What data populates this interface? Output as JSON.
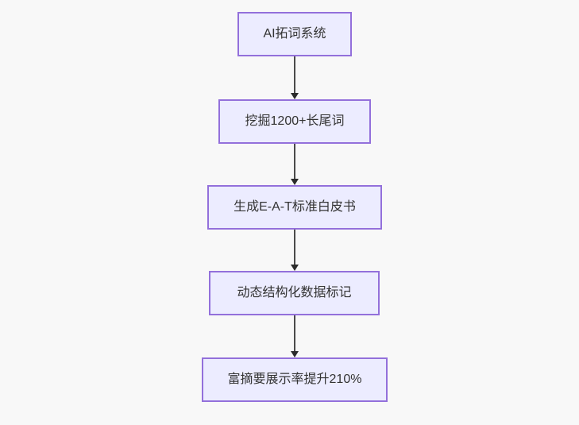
{
  "diagram": {
    "type": "flowchart",
    "direction": "top-down",
    "nodes": [
      {
        "id": "n1",
        "label": "AI拓词系统"
      },
      {
        "id": "n2",
        "label": "挖掘1200+长尾词"
      },
      {
        "id": "n3",
        "label": "生成E-A-T标准白皮书"
      },
      {
        "id": "n4",
        "label": "动态结构化数据标记"
      },
      {
        "id": "n5",
        "label": "富摘要展示率提升210%"
      }
    ],
    "edges": [
      {
        "from": "n1",
        "to": "n2",
        "style": "arrow"
      },
      {
        "from": "n2",
        "to": "n3",
        "style": "arrow"
      },
      {
        "from": "n3",
        "to": "n4",
        "style": "arrow"
      },
      {
        "from": "n4",
        "to": "n5",
        "style": "arrow"
      }
    ],
    "colors": {
      "background": "#f8f8f8",
      "node_fill": "#ECECFF",
      "node_border": "#9370DB",
      "node_text": "#333333",
      "edge_line": "#4a4a4a",
      "edge_arrowhead": "#2b2b2b"
    }
  }
}
